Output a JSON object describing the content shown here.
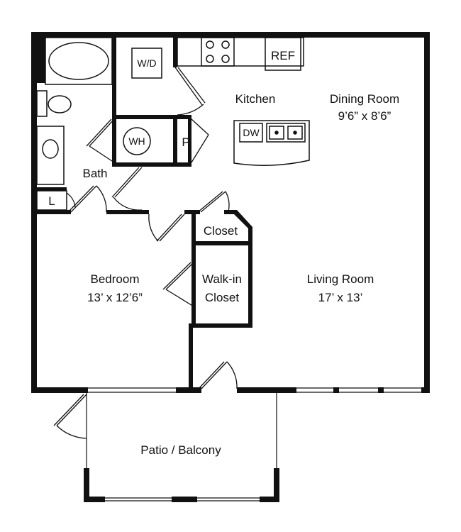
{
  "rooms": {
    "kitchen": {
      "name": "Kitchen"
    },
    "dining_room": {
      "name": "Dining Room",
      "size": "9’6” x 8’6”"
    },
    "bath": {
      "name": "Bath"
    },
    "bedroom": {
      "name": "Bedroom",
      "size": "13’ x 12’6”"
    },
    "closet": {
      "name": "Closet"
    },
    "walk_in_closet": {
      "name": "Walk-in",
      "name_line2": "Closet"
    },
    "living_room": {
      "name": "Living Room",
      "size": "17’ x 13’"
    },
    "patio": {
      "name": "Patio / Balcony"
    }
  },
  "fixtures": {
    "washer_dryer": "W/D",
    "refrigerator": "REF",
    "water_heater": "WH",
    "pantry": "P",
    "dishwasher": "DW",
    "linen": "L"
  },
  "colors": {
    "wall": "#111111",
    "background": "#ffffff"
  }
}
